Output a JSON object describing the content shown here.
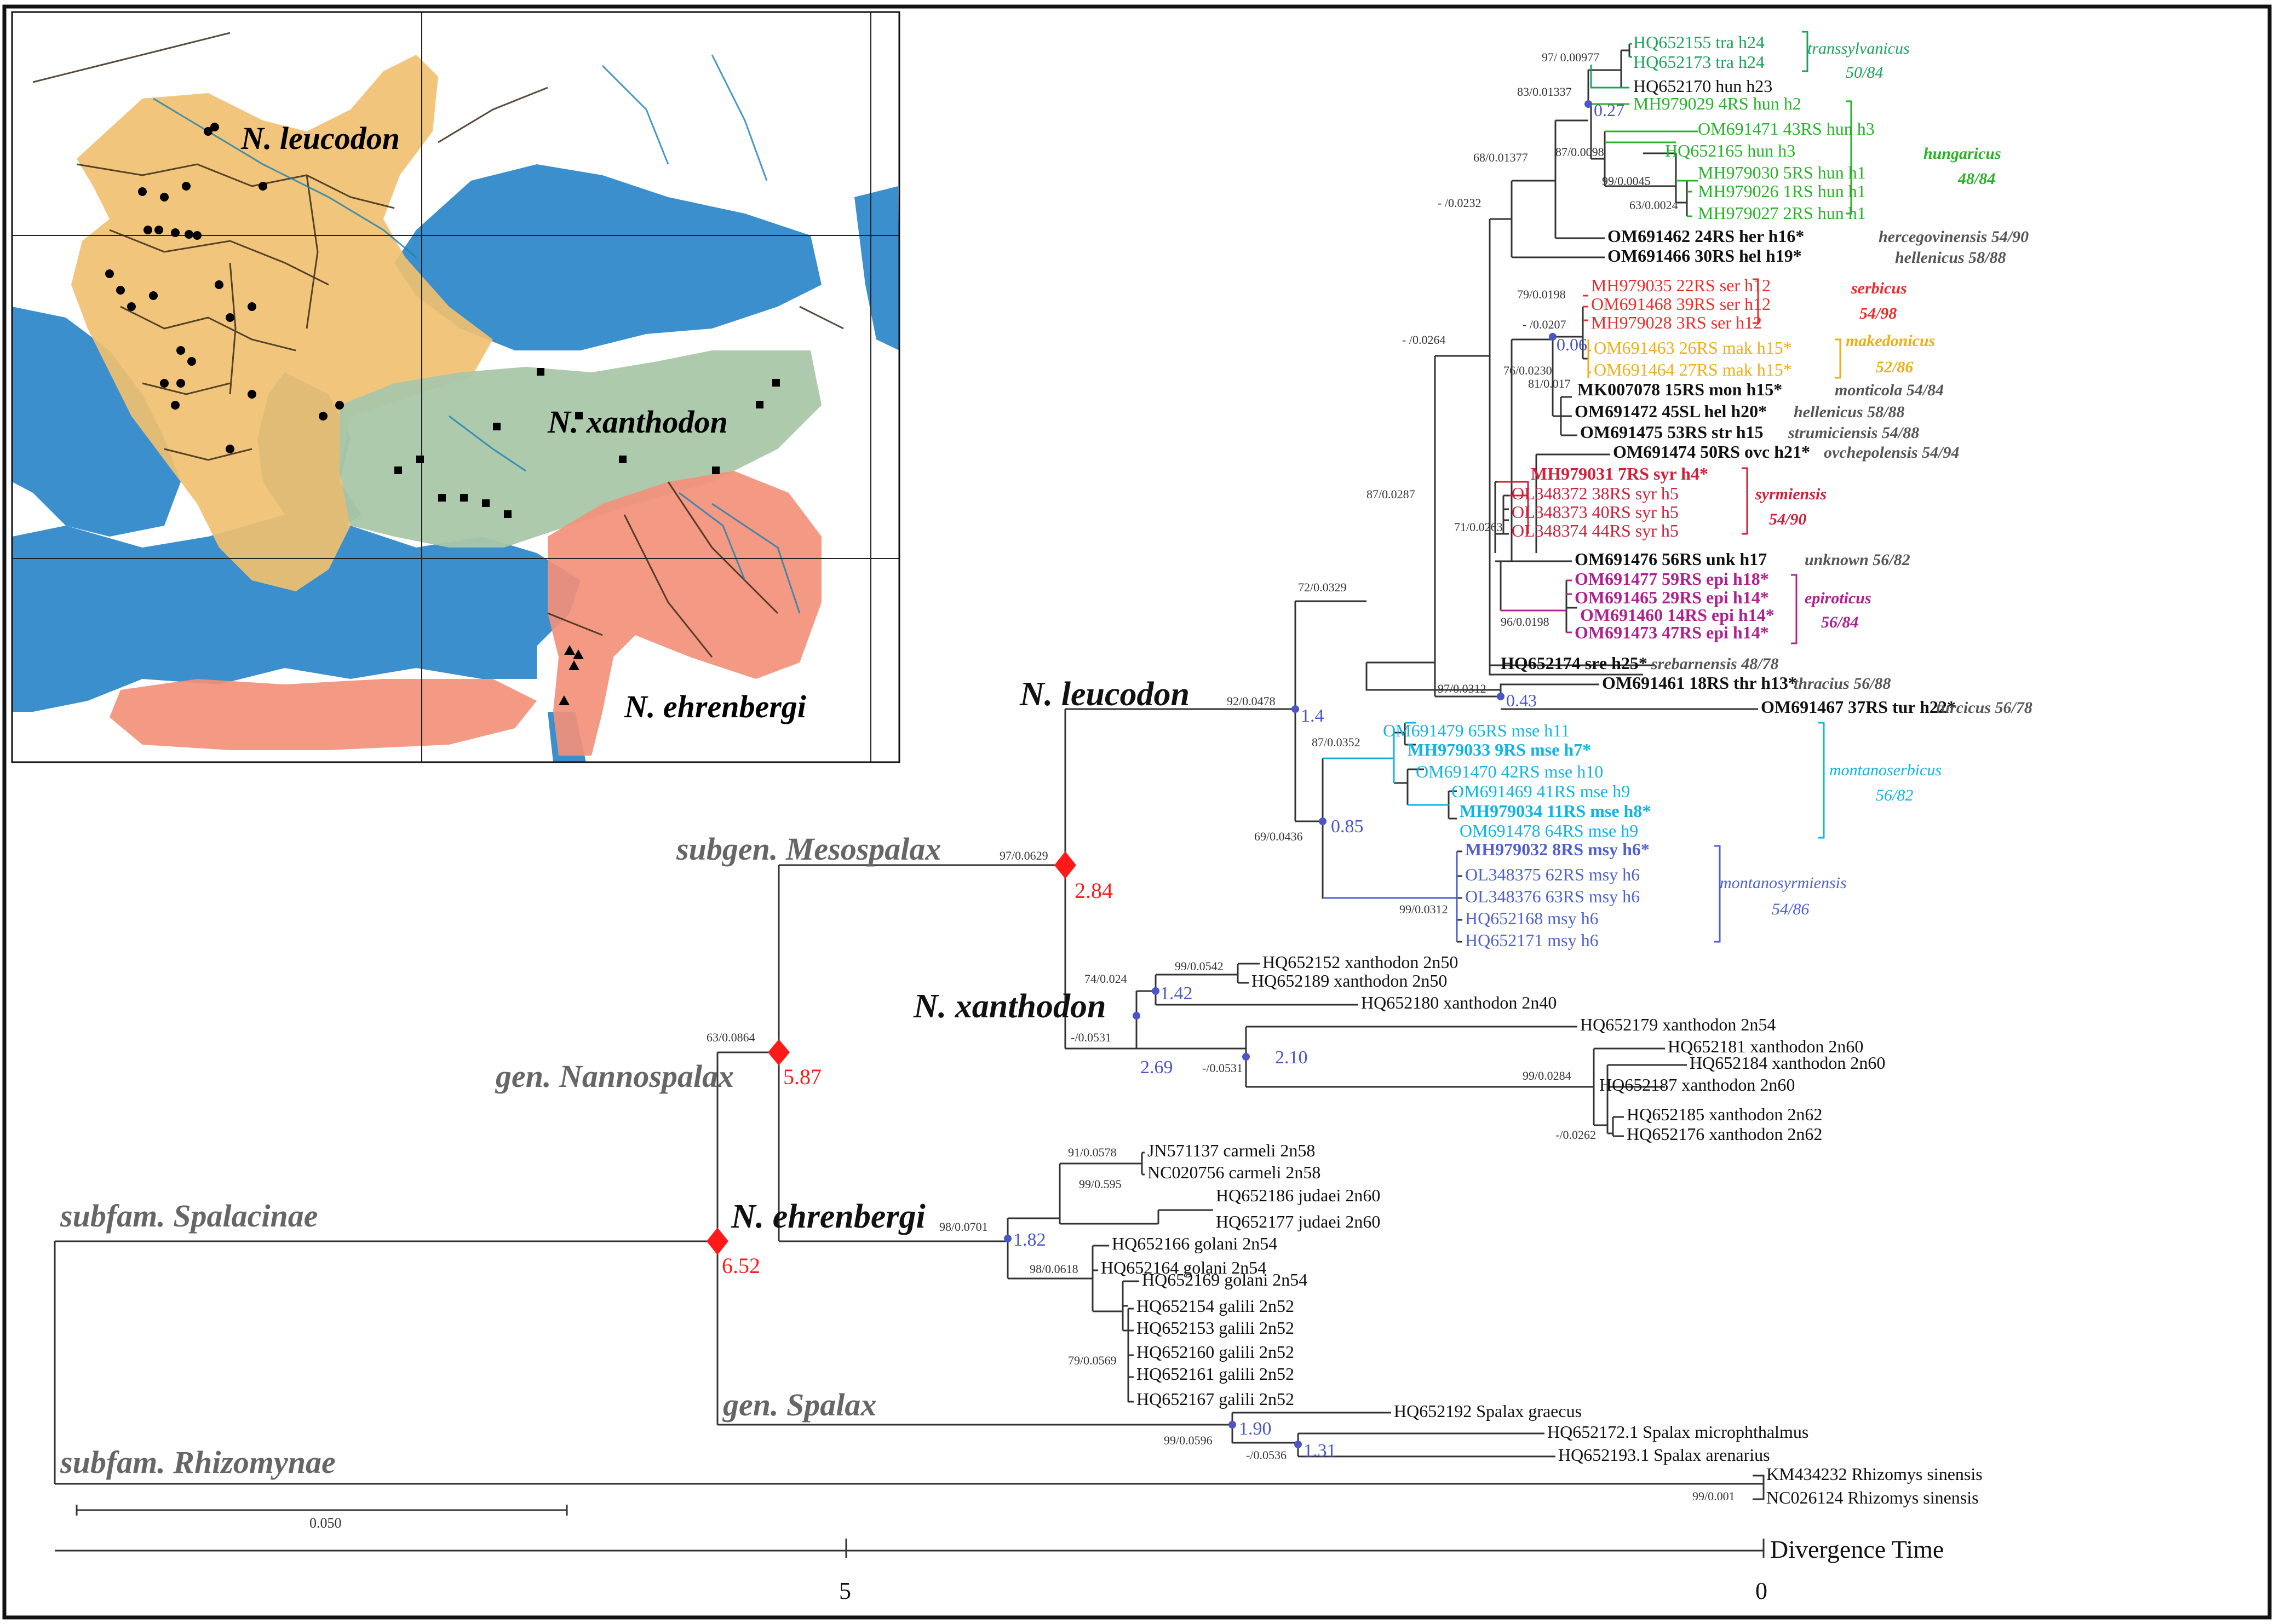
{
  "colors": {
    "black": "#111111",
    "grey": "#555555",
    "label_grey": "#666666",
    "red": "#ff1a1a",
    "blue": "#4b55c8",
    "transsylvanicus": "#1aa35a",
    "hungaricus": "#27b327",
    "serbicus": "#ee2b2b",
    "makedonicus": "#f0ad14",
    "syrmiensis": "#d0203a",
    "epiroticus": "#b0208f",
    "montanoserbicus": "#0fb4e6",
    "montanosyrmiensis": "#5060d0",
    "map_sea": "#3b8fcc",
    "map_leucodon": "#f0c070",
    "map_xanthodon": "#a9c7a9",
    "map_ehrenbergi": "#f2907a"
  },
  "map": {
    "labels": {
      "leucodon": "N. leucodon",
      "xanthodon": "N. xanthodon",
      "ehrenbergi": "N. ehrenbergi"
    }
  },
  "axis": {
    "title": "Divergence Time",
    "ticks": [
      "5",
      "0"
    ],
    "scale_bar": "0.050"
  },
  "clade_labels": {
    "spalacinae": "subfam. Spalacinae",
    "rhizomynae": "subfam. Rhizomynae",
    "nannospalax": "gen. Nannospalax",
    "spalax": "gen. Spalax",
    "mesospalax": "subgen. Mesospalax",
    "leucodon": "N. leucodon",
    "xanthodon": "N. xanthodon",
    "ehrenbergi": "N. ehrenbergi"
  },
  "node_ages": {
    "spalacinae": "6.52",
    "nannospalax": "5.87",
    "mesospalax": "2.84",
    "leucodon": "1.4",
    "xanthodon_a": "1.42",
    "xanthodon_b": "2.69",
    "xanthodon_c": "2.10",
    "ehrenbergi": "1.82",
    "spalax_a": "1.90",
    "spalax_b": "1.31",
    "hungaricus": "0.27",
    "serbicus_mak": "0.06",
    "thracius": "0.43",
    "montanus": "0.85"
  },
  "supports": {
    "s01": "97/ 0.00977",
    "s02": "83/0.01337",
    "s03": "87/0.0098",
    "s04": "99/0.0045",
    "s05": "63/0.0024",
    "s06": "68/0.01377",
    "s07": "- /0.0232",
    "s08": "79/0.0198",
    "s09": "- /0.0207",
    "s10": "- /0.0264",
    "s11": "76/0.0230",
    "s12": "81/0.017",
    "s13": "71/0.0263",
    "s14": "96/0.0198",
    "s15": "87/0.0287",
    "s16": "72/0.0329",
    "s17": "97/0.0312",
    "s18": "92/0.0478",
    "s19": "87/0.0352",
    "s20": "69/0.0436",
    "s21": "99/0.0312",
    "s22": "97/0.0629",
    "s23": "99/0.0542",
    "s24": "74/0.024",
    "s25": "-/0.0531",
    "s26": "-/0.0531",
    "s27": "99/0.0284",
    "s28": "-/0.0262",
    "s29": "63/0.0864",
    "s30": "91/0.0578",
    "s31": "99/0.595",
    "s32": "98/0.0701",
    "s33": "98/0.0618",
    "s34": "79/0.0569",
    "s35": "99/0.0596",
    "s36": "-/0.0536",
    "s37": "99/0.001"
  },
  "tips": {
    "t01": "HQ652155 tra h24",
    "t02": "HQ652173 tra h24",
    "t03": "HQ652170 hun h23",
    "t04": "MH979029 4RS hun h2",
    "t05": "OM691471 43RS hun h3",
    "t06": "HQ652165 hun h3",
    "t07": "MH979030 5RS hun h1",
    "t08": "MH979026 1RS hun h1",
    "t09": "MH979027 2RS hun h1",
    "t10": "OM691462 24RS her h16*",
    "t11": "OM691466 30RS hel h19*",
    "t12": "MH979035 22RS ser h12",
    "t13": "OM691468 39RS ser h12",
    "t14": "MH979028 3RS ser h12",
    "t15": "OM691463 26RS mak h15*",
    "t16": "OM691464 27RS mak h15*",
    "t17": "MK007078 15RS mon h15*",
    "t18": "OM691472 45SL hel h20*",
    "t19": "OM691475 53RS str h15",
    "t20": "OM691474 50RS ovc h21*",
    "t21": "MH979031 7RS syr h4*",
    "t22": "OL348372 38RS syr h5",
    "t23": "OL348373 40RS syr h5",
    "t24": "OL348374 44RS syr h5",
    "t25": "OM691476 56RS unk h17",
    "t26": "OM691477 59RS epi h18*",
    "t27": "OM691465 29RS epi h14*",
    "t28": "OM691460 14RS epi h14*",
    "t29": "OM691473 47RS epi h14*",
    "t30": "HQ652174 sre h25*",
    "t31": "OM691461 18RS thr h13*",
    "t32": "OM691467 37RS tur h22*",
    "t33": "OM691479 65RS mse h11",
    "t34": "MH979033 9RS mse h7*",
    "t35": "OM691470 42RS mse h10",
    "t36": "OM691469 41RS mse h9",
    "t37": "MH979034 11RS mse h8*",
    "t38": "OM691478 64RS mse h9",
    "t39": "MH979032 8RS msy h6*",
    "t40": "OL348375 62RS msy h6",
    "t41": "OL348376 63RS msy h6",
    "t42": "HQ652168 msy h6",
    "t43": "HQ652171 msy h6",
    "t44": "HQ652152 xanthodon 2n50",
    "t45": "HQ652189 xanthodon 2n50",
    "t46": "HQ652180 xanthodon 2n40",
    "t47": "HQ652179 xanthodon 2n54",
    "t48": "HQ652181 xanthodon 2n60",
    "t49": "HQ652184 xanthodon 2n60",
    "t50": "HQ652187 xanthodon 2n60",
    "t51": "HQ652185 xanthodon 2n62",
    "t52": "HQ652176 xanthodon 2n62",
    "t53": "JN571137 carmeli 2n58",
    "t54": "NC020756 carmeli 2n58",
    "t55": "HQ652186 judaei 2n60",
    "t56": "HQ652177 judaei 2n60",
    "t57": "HQ652166 golani 2n54",
    "t58": "HQ652164 golani 2n54",
    "t59": "HQ652169 golani 2n54",
    "t60": "HQ652154 galili 2n52",
    "t61": "HQ652153 galili 2n52",
    "t62": "HQ652160 galili 2n52",
    "t63": "HQ652161 galili 2n52",
    "t64": "HQ652167 galili 2n52",
    "t65": "HQ652192 Spalax graecus",
    "t66": "HQ652172.1 Spalax microphthalmus",
    "t67": "HQ652193.1 Spalax arenarius",
    "t68": "KM434232 Rhizomys sinensis",
    "t69": "NC026124 Rhizomys sinensis"
  },
  "taxa": {
    "transsylvanicus": "transsylvanicus",
    "transsylvanicus_k": "50/84",
    "hungaricus": "hungaricus",
    "hungaricus_k": "48/84",
    "hercegovinensis": "hercegovinensis 54/90",
    "hellenicus1": "hellenicus 58/88",
    "serbicus": "serbicus",
    "serbicus_k": "54/98",
    "makedonicus": "makedonicus",
    "makedonicus_k": "52/86",
    "monticola": "monticola 54/84",
    "hellenicus2": "hellenicus 58/88",
    "strumiciensis": "strumiciensis 54/88",
    "ovchepolensis": "ovchepolensis 54/94",
    "syrmiensis": "syrmiensis",
    "syrmiensis_k": "54/90",
    "unknown": "unknown 56/82",
    "epiroticus": "epiroticus",
    "epiroticus_k": "56/84",
    "srebarnensis": "srebarnensis 48/78",
    "thracius": "thracius 56/88",
    "turcicus": "turcicus 56/78",
    "montanoserbicus": "montanoserbicus",
    "montanoserbicus_k": "56/82",
    "montanosyrmiensis": "montanosyrmiensis",
    "montanosyrmiensis_k": "54/86"
  }
}
